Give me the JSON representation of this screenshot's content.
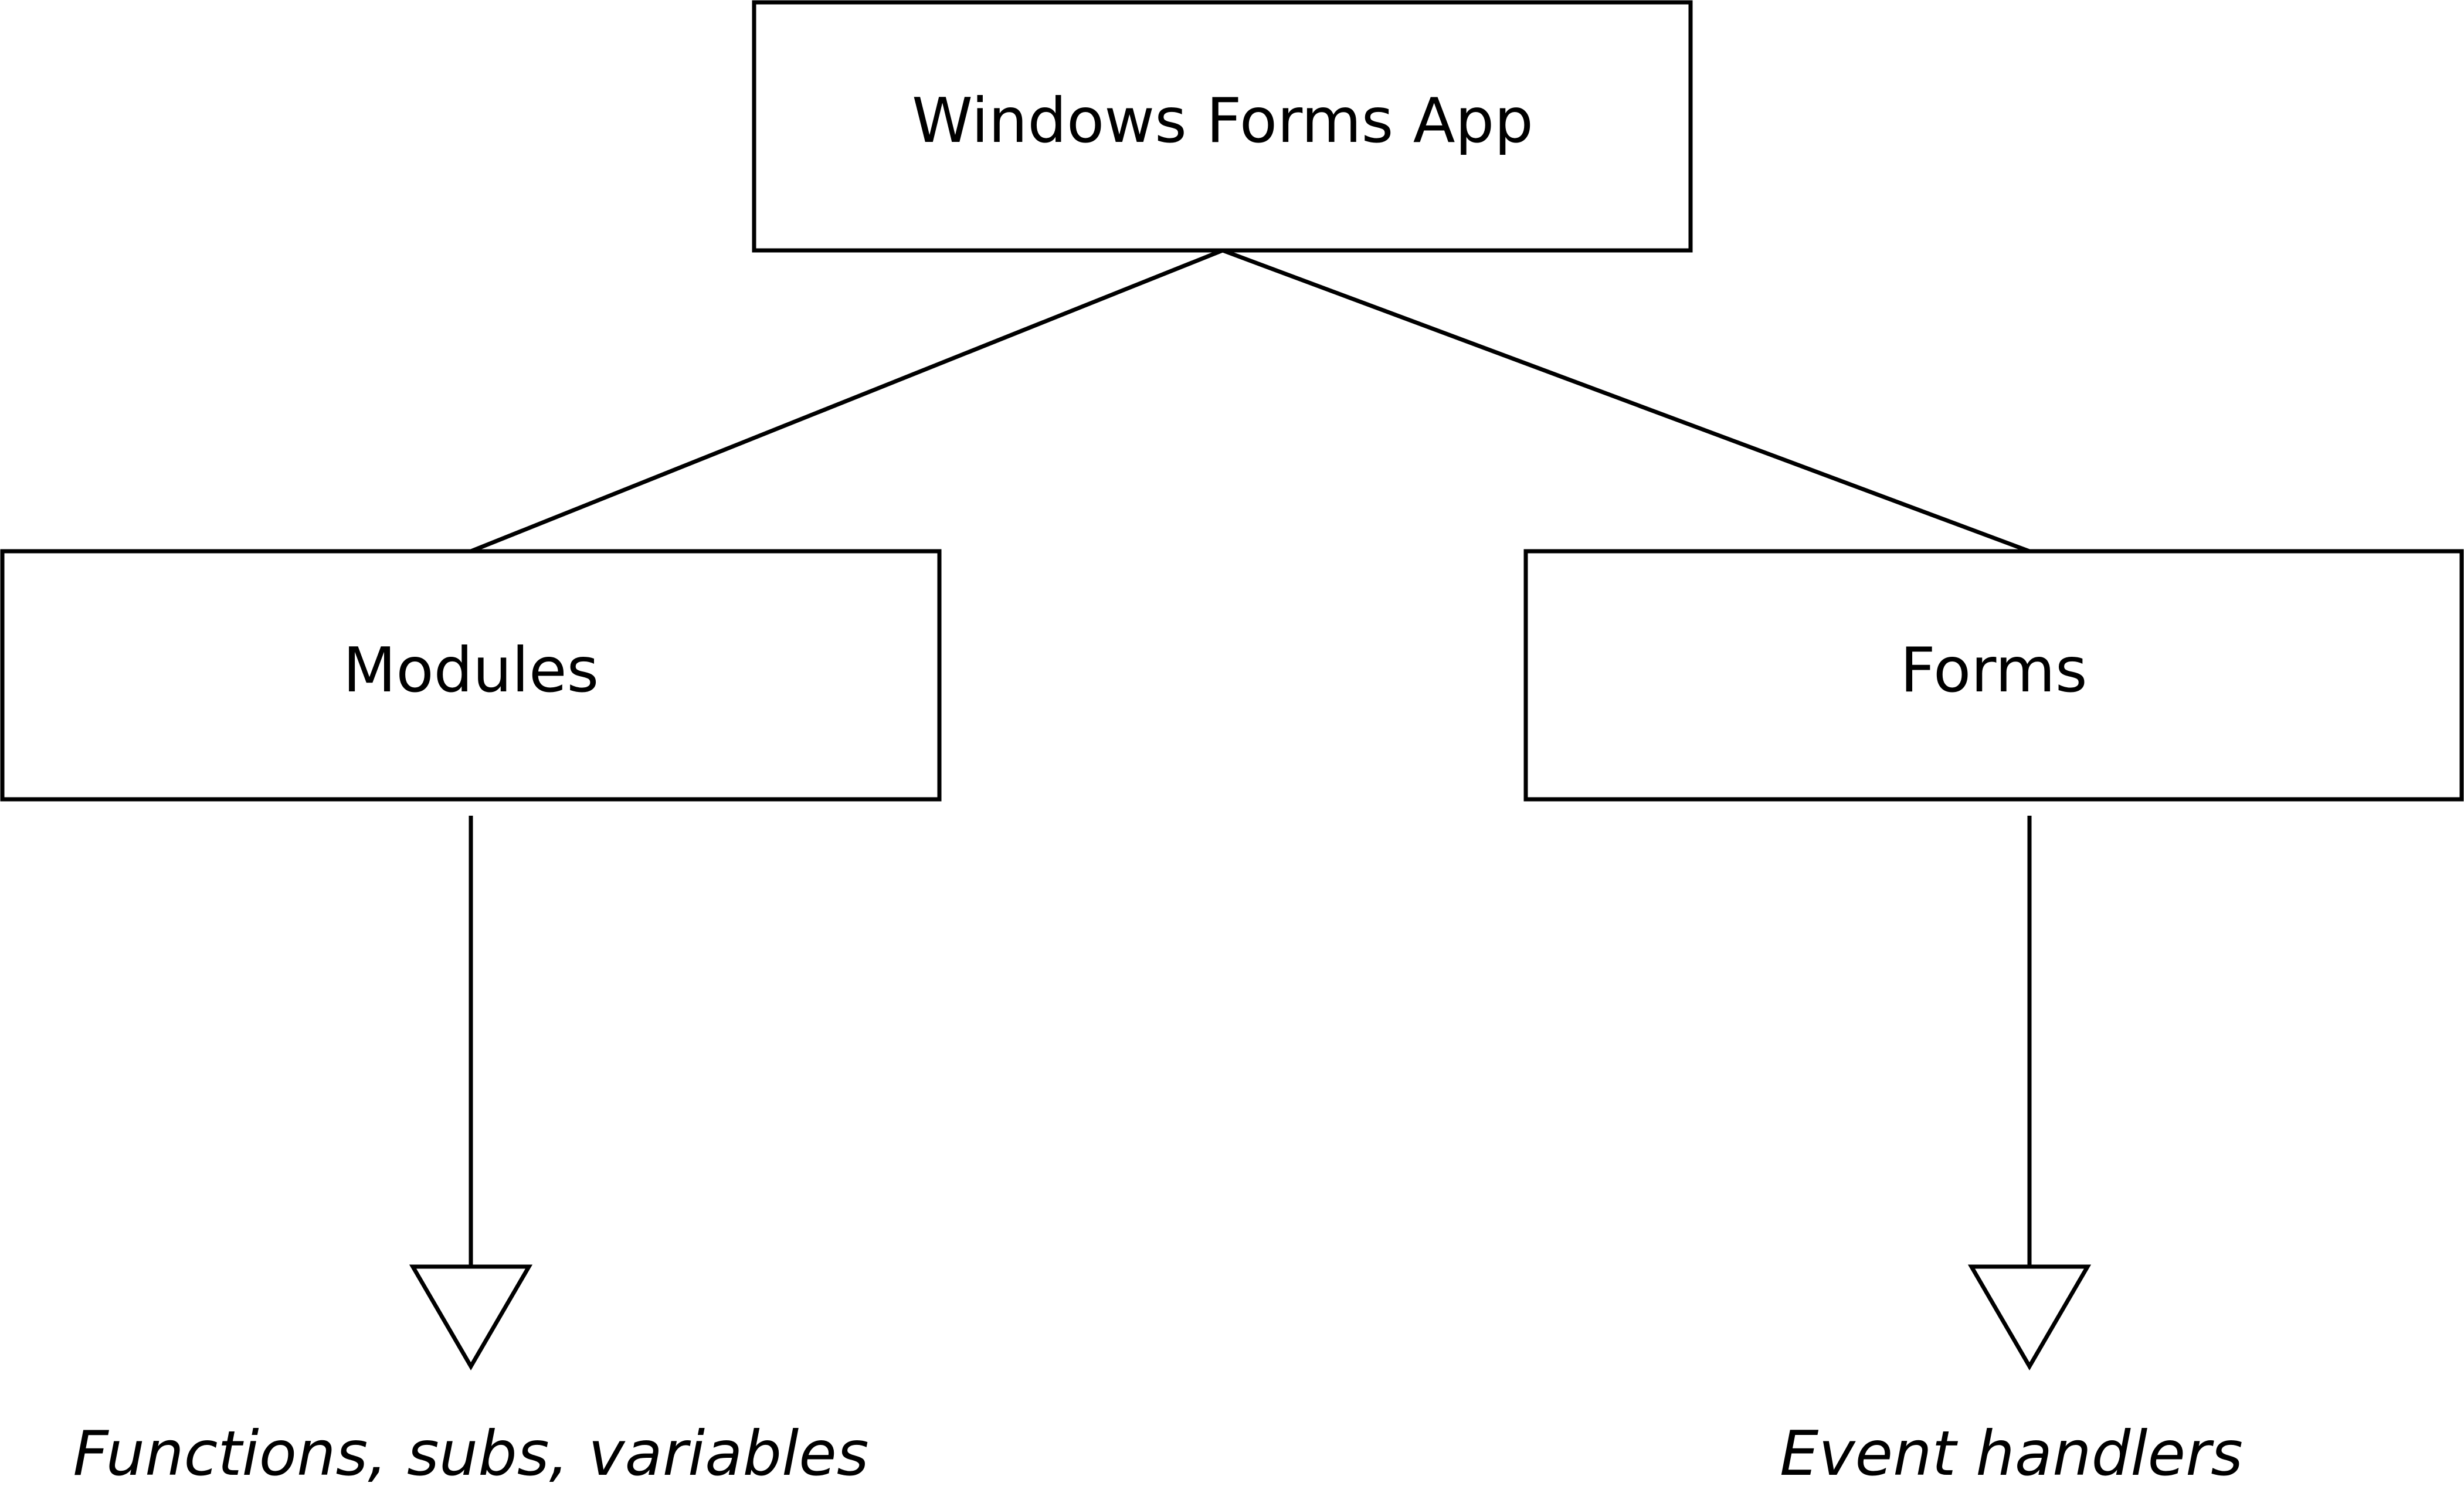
{
  "nodes": {
    "root": {
      "label": "Windows Forms App"
    },
    "modules": {
      "label": "Modules"
    },
    "forms": {
      "label": "Forms"
    }
  },
  "leaves": {
    "modules_contents": {
      "label": "Functions, subs, variables"
    },
    "forms_contents": {
      "label": "Event handlers"
    }
  },
  "edges": [
    {
      "from": "root",
      "to": "modules"
    },
    {
      "from": "root",
      "to": "forms"
    },
    {
      "from": "modules",
      "to": "modules_contents",
      "arrow": "open-triangle"
    },
    {
      "from": "forms",
      "to": "forms_contents",
      "arrow": "open-triangle"
    }
  ],
  "colors": {
    "stroke": "#000000",
    "background": "#ffffff"
  }
}
